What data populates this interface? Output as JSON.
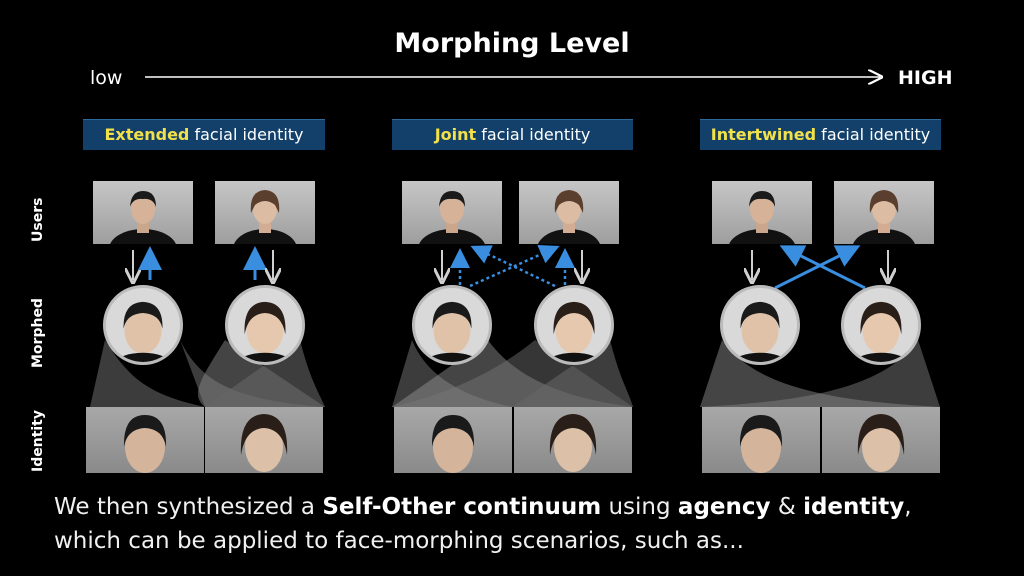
{
  "header": {
    "title": "Morphing Level",
    "low_label": "low",
    "high_label": "HIGH"
  },
  "row_labels": {
    "users": "Users",
    "morphed": "Morphed",
    "identity": "Identity"
  },
  "panels": [
    {
      "emphasis": "Extended",
      "rest": " facial identity",
      "connection": "direct"
    },
    {
      "emphasis": "Joint",
      "rest": " facial identity",
      "connection": "dotted-cross"
    },
    {
      "emphasis": "Intertwined",
      "rest": " facial identity",
      "connection": "solid-cross"
    }
  ],
  "caption": {
    "line1_a": "We then synthesized a ",
    "line1_b": "Self-Other continuum",
    "line1_c": " using ",
    "line1_d": "agency",
    "line1_e": " & ",
    "line1_f": "identity",
    "line1_g": ",",
    "line2": "which can be applied to face-morphing scenarios, such as..."
  },
  "colors": {
    "panel_bg": "#12406a",
    "emphasis": "#f2e14a",
    "arrow_blue": "#3a8ee0",
    "arrow_gray": "#d0d0d0"
  }
}
